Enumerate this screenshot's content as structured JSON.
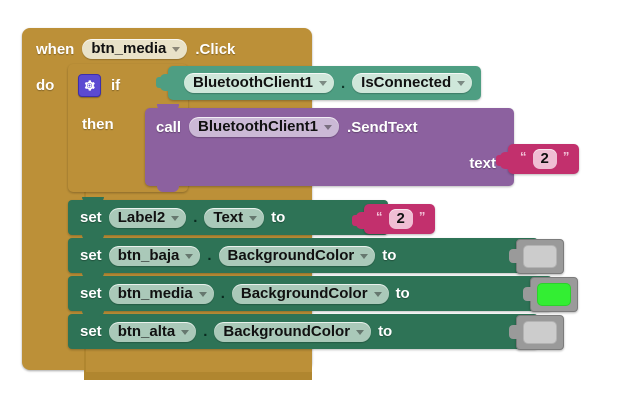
{
  "canvas": {
    "background": "#ffffff"
  },
  "palette": {
    "event_block": "#bc9038",
    "control_block": "#bc9038",
    "getter_green": "#4e9e82",
    "setter_green": "#2e7356",
    "call_purple": "#8c619f",
    "string_crimson": "#c2306d",
    "gear_blue": "#5b4ad1"
  },
  "event": {
    "when_label": "when",
    "component": "btn_media",
    "event_name": ".Click",
    "do_label": "do"
  },
  "control_if": {
    "mutator_icon": "gear-icon",
    "if_label": "if",
    "then_label": "then"
  },
  "condition": {
    "component": "BluetoothClient1",
    "separator": ".",
    "property": "IsConnected"
  },
  "call": {
    "call_label": "call",
    "component": "BluetoothClient1",
    "method": ".SendText",
    "arg_label": "text",
    "arg_value": {
      "open_quote": "“",
      "text": "2",
      "close_quote": "”"
    }
  },
  "setters": [
    {
      "set_label": "set",
      "component": "Label2",
      "separator": ".",
      "property": "Text",
      "to_label": "to",
      "value_kind": "string",
      "value_text": "2",
      "open_quote": "“",
      "close_quote": "”"
    },
    {
      "set_label": "set",
      "component": "btn_baja",
      "separator": ".",
      "property": "BackgroundColor",
      "to_label": "to",
      "value_kind": "color",
      "value_color": "#cccccc"
    },
    {
      "set_label": "set",
      "component": "btn_media",
      "separator": ".",
      "property": "BackgroundColor",
      "to_label": "to",
      "value_kind": "color",
      "value_color": "#33ee33"
    },
    {
      "set_label": "set",
      "component": "btn_alta",
      "separator": ".",
      "property": "BackgroundColor",
      "to_label": "to",
      "value_kind": "color",
      "value_color": "#cccccc"
    }
  ]
}
